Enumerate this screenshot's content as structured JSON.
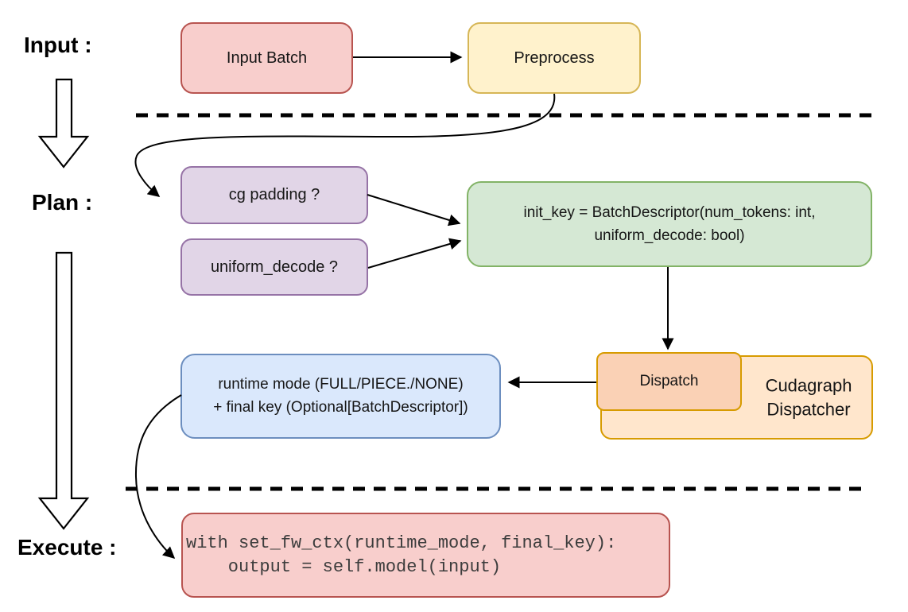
{
  "diagram": {
    "sections": {
      "input_label": "Input :",
      "plan_label": "Plan :",
      "execute_label": "Execute :"
    },
    "nodes": {
      "input_batch": {
        "label": "Input Batch"
      },
      "preprocess": {
        "label": "Preprocess"
      },
      "cg_padding": {
        "label": "cg padding ?"
      },
      "uniform_decode": {
        "label": "uniform_decode ?"
      },
      "init_key": {
        "line1": "init_key = BatchDescriptor(num_tokens: int,",
        "line2": "uniform_decode: bool)"
      },
      "dispatch": {
        "label": "Dispatch"
      },
      "cudagraph_dispatcher": {
        "label": "Cudagraph Dispatcher"
      },
      "runtime_mode": {
        "line1": "runtime mode (FULL/PIECE./NONE)",
        "line2": "+ final key (Optional[BatchDescriptor])"
      },
      "execute_code": {
        "line1": "with set_fw_ctx(runtime_mode, final_key):",
        "line2": "    output = self.model(input)"
      }
    },
    "colors": {
      "red_fill": "#F8CECC",
      "red_stroke": "#B85450",
      "yellow_fill": "#FFF2CC",
      "yellow_stroke": "#D6B656",
      "purple_fill": "#E1D5E7",
      "purple_stroke": "#9673A6",
      "green_fill": "#D5E8D4",
      "green_stroke": "#82B366",
      "orange_fill": "#FFE6CC",
      "orange_stroke": "#D79B00",
      "peach_fill": "#FAD1B5",
      "blue_fill": "#DAE8FC",
      "blue_stroke": "#6C8EBF",
      "arrow_color": "#000000",
      "code_text_color": "#3d3d3d"
    }
  }
}
